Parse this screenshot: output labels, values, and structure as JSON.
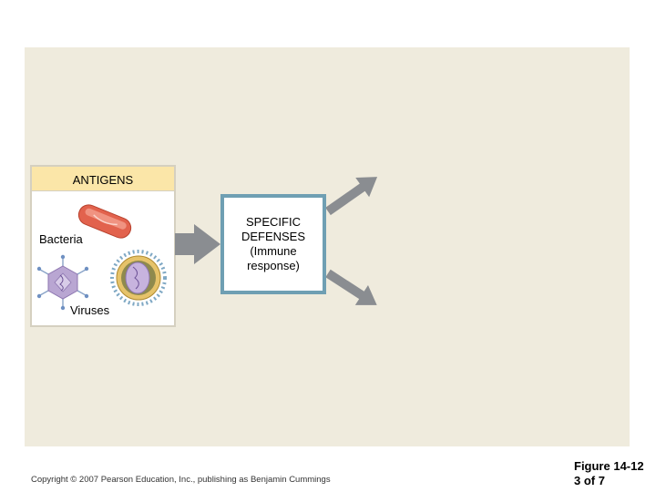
{
  "diagram": {
    "antigens_title": "ANTIGENS",
    "bacteria_label": "Bacteria",
    "viruses_label": "Viruses",
    "specific_defenses_text": "SPECIFIC\nDEFENSES\n(Immune\nresponse)"
  },
  "footer": {
    "copyright": "Copyright © 2007 Pearson Education, Inc., publishing as Benjamin Cummings",
    "figure_number": "Figure 14-12",
    "figure_page": "3 of 7"
  },
  "colors": {
    "panel_background": "#efebdd",
    "antigens_header": "#fbe6a8",
    "defense_border": "#6f9fb3",
    "arrow_gray": "#8a8d91",
    "bacterium": "#e2624d",
    "virus_purple": "#b9a6d2"
  }
}
